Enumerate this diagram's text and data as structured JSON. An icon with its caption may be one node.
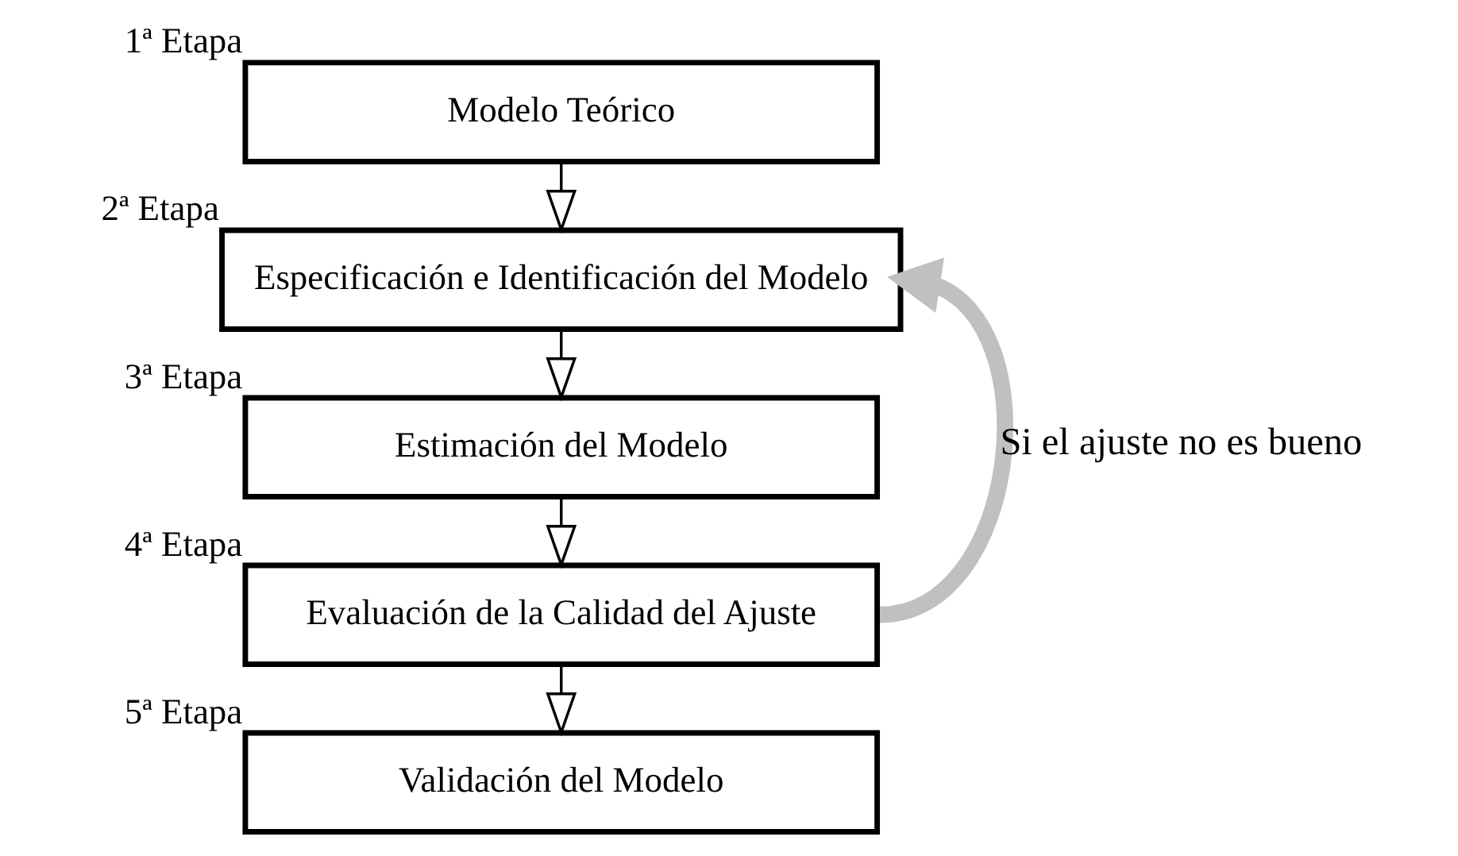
{
  "diagram": {
    "nodes": [
      {
        "text": [
          "Modelo Teórico"
        ],
        "beside": [
          "1ª Etapa"
        ]
      },
      {
        "text": [
          "Especificación e Identificación del Modelo"
        ],
        "beside": [
          "2ª Etapa"
        ]
      },
      {
        "text": [
          "Estimación del Modelo"
        ],
        "beside": [
          "3ª Etapa"
        ]
      },
      {
        "text": [
          "Evaluación de la Calidad del Ajuste"
        ],
        "beside": [
          "4ª Etapa"
        ]
      },
      {
        "text": [
          "Validación del Modelo"
        ],
        "beside": [
          "5ª Etapa"
        ]
      }
    ],
    "edges": [
      {
        "from": 0,
        "to": 1,
        "arrow": "to"
      },
      {
        "from": 1,
        "to": 2,
        "arrow": "to"
      },
      {
        "from": 2,
        "to": 3,
        "arrow": "to"
      },
      {
        "from": 3,
        "to": 4,
        "arrow": "to"
      },
      {
        "from": 3,
        "to": 1,
        "arrow": "to",
        "label": "Si el ajuste no es bueno",
        "style": "thick",
        "color": "#c0c0c0"
      }
    ]
  }
}
